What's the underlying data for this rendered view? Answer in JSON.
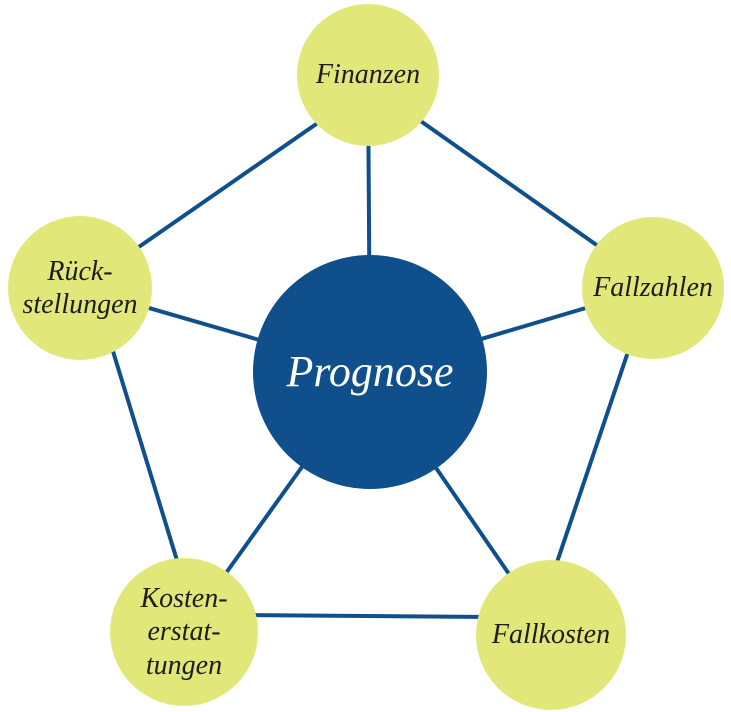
{
  "diagram": {
    "center_node": {
      "label": "Prognose"
    },
    "satellite_nodes": [
      {
        "label": "Finanzen"
      },
      {
        "label": "Fallzahlen"
      },
      {
        "label": "Fallkosten"
      },
      {
        "label": "Kosten-\nerstat-\ntungen"
      },
      {
        "label": "Rück-\nstellungen"
      }
    ],
    "connections": [
      {
        "from": "Prognose",
        "to": "Finanzen"
      },
      {
        "from": "Prognose",
        "to": "Fallzahlen"
      },
      {
        "from": "Prognose",
        "to": "Fallkosten"
      },
      {
        "from": "Prognose",
        "to": "Kostenerstattungen"
      },
      {
        "from": "Prognose",
        "to": "Rückstellungen"
      },
      {
        "from": "Finanzen",
        "to": "Fallzahlen"
      },
      {
        "from": "Fallzahlen",
        "to": "Fallkosten"
      },
      {
        "from": "Fallkosten",
        "to": "Kostenerstattungen"
      },
      {
        "from": "Kostenerstattungen",
        "to": "Rückstellungen"
      },
      {
        "from": "Rückstellungen",
        "to": "Finanzen"
      }
    ],
    "colors": {
      "satellite_fill": "#e2e77a",
      "center_fill": "#0e4f8c",
      "connector": "#0e4f8c",
      "satellite_text": "#1d1d1b",
      "center_text": "#ffffff"
    }
  }
}
